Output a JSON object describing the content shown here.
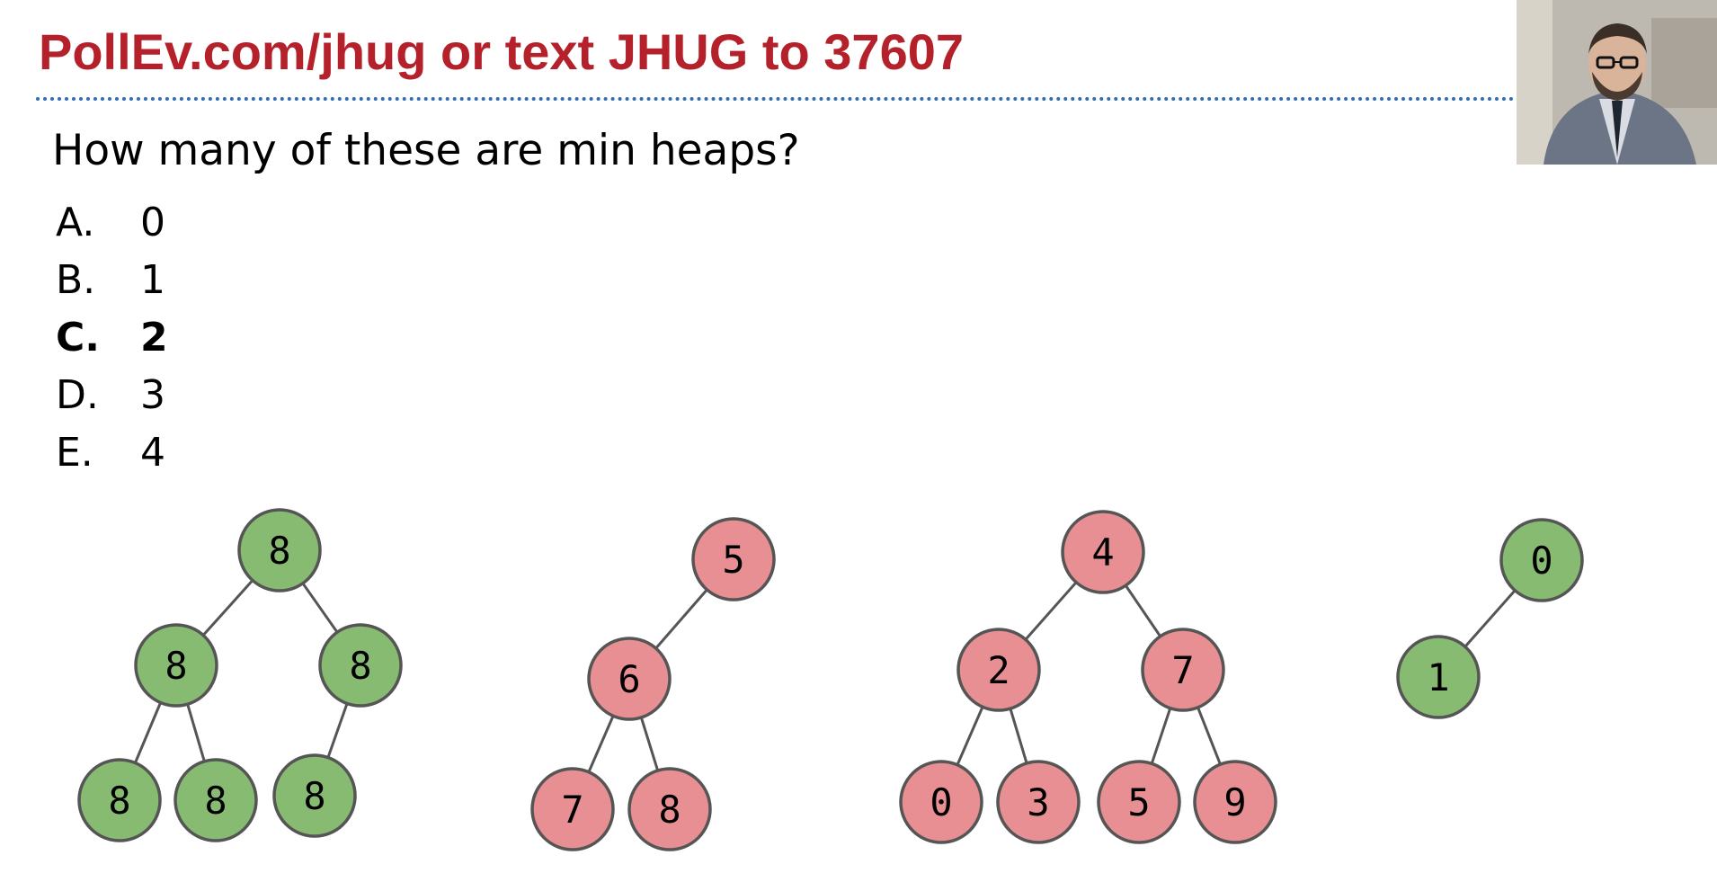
{
  "header": {
    "title": "PollEv.com/jhug or text JHUG to 37607",
    "title_color": "#b5212b",
    "rule_color": "#2f6fb5"
  },
  "question": "How many of these are min heaps?",
  "options": [
    {
      "letter": "A.",
      "value": "0",
      "correct": false
    },
    {
      "letter": "B.",
      "value": "1",
      "correct": false
    },
    {
      "letter": "C.",
      "value": "2",
      "correct": true
    },
    {
      "letter": "D.",
      "value": "3",
      "correct": false
    },
    {
      "letter": "E.",
      "value": "4",
      "correct": false
    }
  ],
  "colors": {
    "green_node": "#88bb72",
    "red_node": "#e88f93",
    "node_stroke": "#555555",
    "edge": "#555555"
  },
  "trees": [
    {
      "name": "tree-1",
      "fill": "green",
      "nodes": [
        {
          "id": "a",
          "label": "8"
        },
        {
          "id": "b",
          "label": "8",
          "parent": "a"
        },
        {
          "id": "c",
          "label": "8",
          "parent": "a"
        },
        {
          "id": "d",
          "label": "8",
          "parent": "b"
        },
        {
          "id": "e",
          "label": "8",
          "parent": "b"
        },
        {
          "id": "f",
          "label": "8",
          "parent": "c"
        }
      ]
    },
    {
      "name": "tree-2",
      "fill": "red",
      "nodes": [
        {
          "id": "a",
          "label": "5"
        },
        {
          "id": "b",
          "label": "6",
          "parent": "a"
        },
        {
          "id": "c",
          "label": "7",
          "parent": "b"
        },
        {
          "id": "d",
          "label": "8",
          "parent": "b"
        }
      ]
    },
    {
      "name": "tree-3",
      "fill": "red",
      "nodes": [
        {
          "id": "a",
          "label": "4"
        },
        {
          "id": "b",
          "label": "2",
          "parent": "a"
        },
        {
          "id": "c",
          "label": "7",
          "parent": "a"
        },
        {
          "id": "d",
          "label": "0",
          "parent": "b"
        },
        {
          "id": "e",
          "label": "3",
          "parent": "b"
        },
        {
          "id": "f",
          "label": "5",
          "parent": "c"
        },
        {
          "id": "g",
          "label": "9",
          "parent": "c"
        }
      ]
    },
    {
      "name": "tree-4",
      "fill": "green",
      "nodes": [
        {
          "id": "a",
          "label": "0"
        },
        {
          "id": "b",
          "label": "1",
          "parent": "a"
        }
      ]
    }
  ]
}
